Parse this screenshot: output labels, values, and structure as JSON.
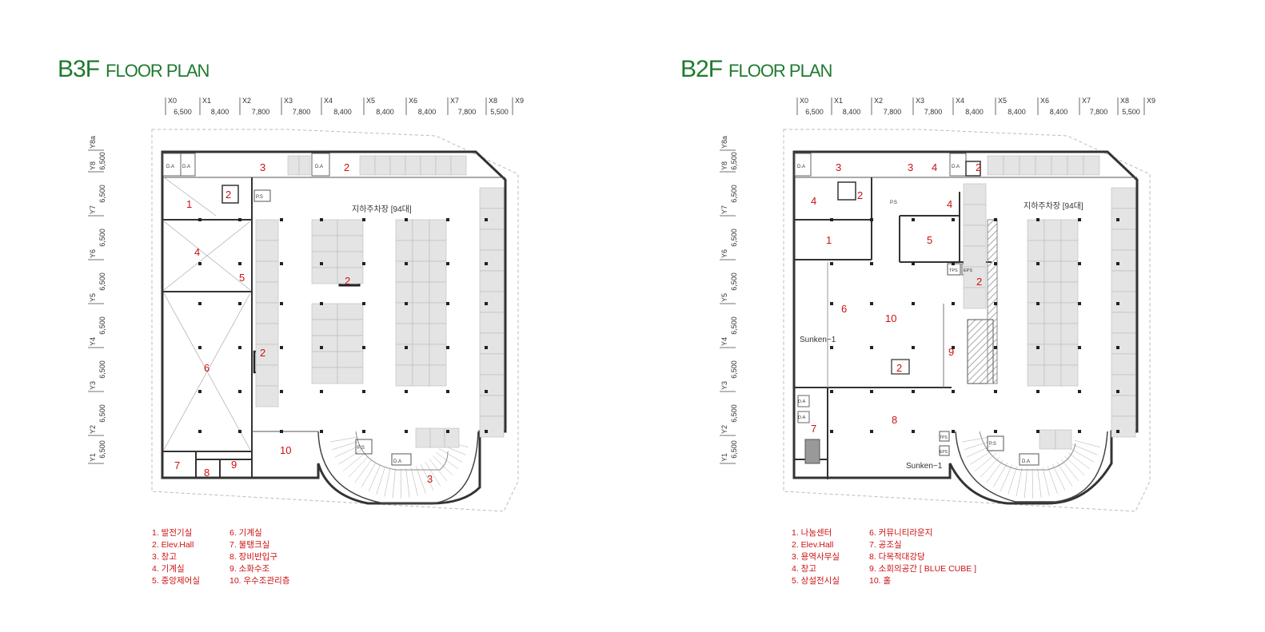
{
  "plans": [
    {
      "id": "b3f",
      "title_level": "B3F",
      "title_suffix": "FLOOR PLAN",
      "x_grid": [
        "X0",
        "X1",
        "X2",
        "X3",
        "X4",
        "X5",
        "X6",
        "X7",
        "X8",
        "X9"
      ],
      "x_dims": [
        "6,500",
        "8,400",
        "7,800",
        "7,800",
        "8,400",
        "8,400",
        "8,400",
        "7,800",
        "5,500"
      ],
      "y_grid": [
        "Y8a",
        "Y8",
        "Y7",
        "Y6",
        "Y5",
        "Y4",
        "Y3",
        "Y2",
        "Y1"
      ],
      "y_dims": [
        "6,500",
        "6,500",
        "6,500",
        "6,500",
        "6,500",
        "6,500",
        "6,500",
        "6,500"
      ],
      "parking_label": "지하주차장 [94대]",
      "room_labels": {
        "da": "D.A",
        "ps": "P.S"
      },
      "legend_left": [
        "1. 발전기실",
        "2. Elev.Hall",
        "3. 창고",
        "4. 기계실",
        "5. 중앙제어실"
      ],
      "legend_right": [
        "6. 기계실",
        "7. 물탱크실",
        "8. 장비반입구",
        "9. 소화수조",
        "10. 우수조관리층"
      ]
    },
    {
      "id": "b2f",
      "title_level": "B2F",
      "title_suffix": "FLOOR PLAN",
      "x_grid": [
        "X0",
        "X1",
        "X2",
        "X3",
        "X4",
        "X5",
        "X6",
        "X7",
        "X8",
        "X9"
      ],
      "x_dims": [
        "6,500",
        "8,400",
        "7,800",
        "7,800",
        "8,400",
        "8,400",
        "8,400",
        "7,800",
        "5,500"
      ],
      "y_grid": [
        "Y8a",
        "Y8",
        "Y7",
        "Y6",
        "Y5",
        "Y4",
        "Y3",
        "Y2",
        "Y1"
      ],
      "y_dims": [
        "6,500",
        "6,500",
        "6,500",
        "6,500",
        "6,500",
        "6,500",
        "6,500",
        "6,500"
      ],
      "parking_label": "지하주차장 [94대]",
      "sunken_label": "Sunken−1",
      "room_labels": {
        "da": "D.A",
        "ps": "P.S",
        "tps": "TPS",
        "eps": "EPS"
      },
      "legend_left": [
        "1. 나눔센터",
        "2. Elev.Hall",
        "3. 용역사무실",
        "4. 창고",
        "5. 상설전시실"
      ],
      "legend_right": [
        "6. 커뮤니티라운지",
        "7. 공조실",
        "8. 다목적대강당",
        "9. 소회의공간 [ BLUE CUBE ]",
        "10. 홀"
      ]
    }
  ],
  "colors": {
    "title": "#1f7a2e",
    "room_number": "#cc1111",
    "wall": "#333333",
    "parking_bay": "#e4e4e4"
  }
}
